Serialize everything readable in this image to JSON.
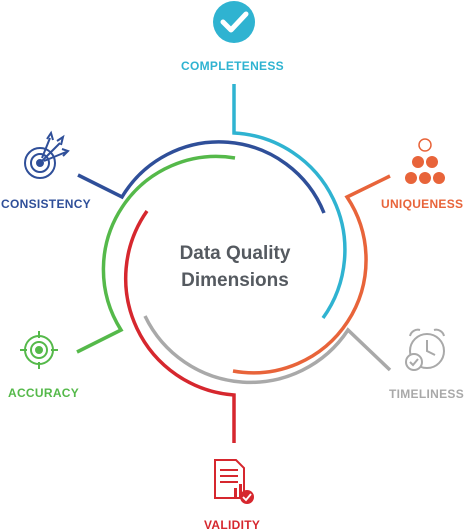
{
  "title": {
    "line1": "Data Quality",
    "line2": "Dimensions"
  },
  "dimensions": [
    {
      "label": "COMPLETENESS",
      "color": "#2fb3d1",
      "icon": "check-circle-icon"
    },
    {
      "label": "UNIQUENESS",
      "color": "#e8643a",
      "icon": "dots-pyramid-icon"
    },
    {
      "label": "TIMELINESS",
      "color": "#a9a9a9",
      "icon": "alarm-clock-icon"
    },
    {
      "label": "VALIDITY",
      "color": "#d6272e",
      "icon": "document-check-icon"
    },
    {
      "label": "ACCURACY",
      "color": "#55b94a",
      "icon": "crosshair-target-icon"
    },
    {
      "label": "CONSISTENCY",
      "color": "#2f4f99",
      "icon": "target-arrows-icon"
    }
  ]
}
